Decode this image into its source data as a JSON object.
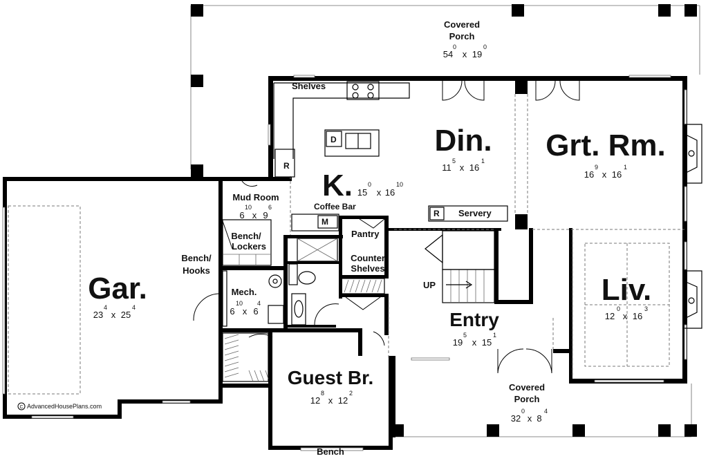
{
  "rooms": {
    "covered_porch_top": {
      "name_line1": "Covered",
      "name_line2": "Porch",
      "dim_a": "54",
      "dim_a_sup": "0",
      "dim_x": "x",
      "dim_b": "19",
      "dim_b_sup": "0"
    },
    "kitchen": {
      "name": "K.",
      "dim_a": "15",
      "dim_a_sup": "0",
      "dim_x": "x",
      "dim_b": "16",
      "dim_b_sup": "10"
    },
    "dining": {
      "name": "Din.",
      "dim_a": "11",
      "dim_a_sup": "5",
      "dim_x": "x",
      "dim_b": "16",
      "dim_b_sup": "1"
    },
    "great_room": {
      "name": "Grt. Rm.",
      "dim_a": "16",
      "dim_a_sup": "9",
      "dim_x": "x",
      "dim_b": "16",
      "dim_b_sup": "1"
    },
    "garage": {
      "name": "Gar.",
      "dim_a": "23",
      "dim_a_sup": "4",
      "dim_x": "x",
      "dim_b": "25",
      "dim_b_sup": "4"
    },
    "mud_room": {
      "name": "Mud Room",
      "dim_a": "6",
      "dim_a_sup": "10",
      "dim_x": "x",
      "dim_b": "9",
      "dim_b_sup": "6"
    },
    "mech": {
      "name": "Mech.",
      "dim_a": "6",
      "dim_a_sup": "10",
      "dim_x": "x",
      "dim_b": "6",
      "dim_b_sup": "4"
    },
    "living": {
      "name": "Liv.",
      "dim_a": "12",
      "dim_a_sup": "0",
      "dim_x": "x",
      "dim_b": "16",
      "dim_b_sup": "3"
    },
    "entry": {
      "name": "Entry",
      "dim_a": "19",
      "dim_a_sup": "5",
      "dim_x": "x",
      "dim_b": "15",
      "dim_b_sup": "1"
    },
    "guest_br": {
      "name": "Guest Br.",
      "dim_a": "12",
      "dim_a_sup": "8",
      "dim_x": "x",
      "dim_b": "12",
      "dim_b_sup": "2"
    },
    "covered_porch_bottom": {
      "name_line1": "Covered",
      "name_line2": "Porch",
      "dim_a": "32",
      "dim_a_sup": "0",
      "dim_x": "x",
      "dim_b": "8",
      "dim_b_sup": "4"
    }
  },
  "labels": {
    "shelves": "Shelves",
    "coffee_bar": "Coffee Bar",
    "servery": "Servery",
    "pantry": "Pantry",
    "counter_shelves_1": "Counter",
    "counter_shelves_2": "Shelves",
    "bench_lockers_1": "Bench/",
    "bench_lockers_2": "Lockers",
    "bench_hooks_1": "Bench/",
    "bench_hooks_2": "Hooks",
    "up": "UP",
    "bench": "Bench",
    "fridge_r": "R",
    "fridge_r2": "R",
    "dishwasher_d": "D",
    "microwave_m": "M"
  },
  "copyright": "AdvancedHousePlans.com"
}
